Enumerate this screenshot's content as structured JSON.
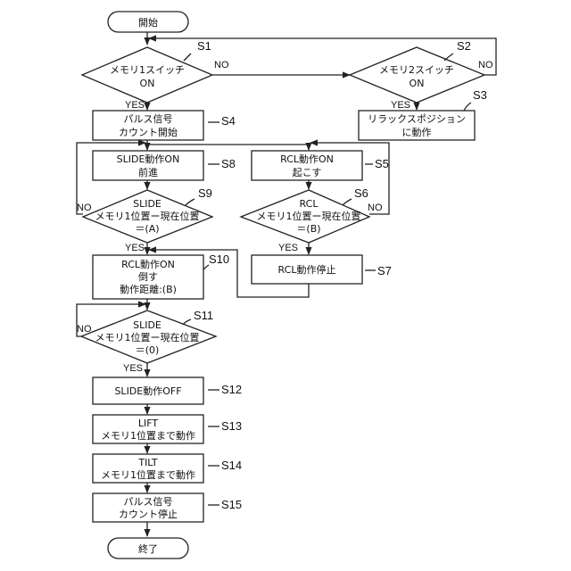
{
  "start": {
    "label": "開始"
  },
  "end": {
    "label": "終了"
  },
  "s1": {
    "step": "S1",
    "line1": "メモリ1スイッチ",
    "line2": "ON",
    "yes": "YES",
    "no": "NO"
  },
  "s2": {
    "step": "S2",
    "line1": "メモリ2スイッチ",
    "line2": "ON",
    "yes": "YES",
    "no": "NO"
  },
  "s3": {
    "step": "S3",
    "line1": "リラックスポジション",
    "line2": "に動作"
  },
  "s4": {
    "step": "S4",
    "line1": "パルス信号",
    "line2": "カウント開始"
  },
  "s5": {
    "step": "S5",
    "line1": "RCL動作ON",
    "line2": "起こす"
  },
  "s6": {
    "step": "S6",
    "line1": "RCL",
    "line2": "メモリ1位置ー現在位置",
    "line3": "＝(B)",
    "yes": "YES",
    "no": "NO"
  },
  "s7": {
    "step": "S7",
    "line1": "RCL動作停止"
  },
  "s8": {
    "step": "S8",
    "line1": "SLIDE動作ON",
    "line2": "前進"
  },
  "s9": {
    "step": "S9",
    "line1": "SLIDE",
    "line2": "メモリ1位置ー現在位置",
    "line3": "＝(A)",
    "yes": "YES",
    "no": "NO"
  },
  "s10": {
    "step": "S10",
    "line1": "RCL動作ON",
    "line2": "倒す",
    "line3": "動作距離:(B)"
  },
  "s11": {
    "step": "S11",
    "line1": "SLIDE",
    "line2": "メモリ1位置ー現在位置",
    "line3": "＝(0)",
    "yes": "YES",
    "no": "NO"
  },
  "s12": {
    "step": "S12",
    "line1": "SLIDE動作OFF"
  },
  "s13": {
    "step": "S13",
    "line1": "LIFT",
    "line2": "メモリ1位置まで動作"
  },
  "s14": {
    "step": "S14",
    "line1": "TILT",
    "line2": "メモリ1位置まで動作"
  },
  "s15": {
    "step": "S15",
    "line1": "パルス信号",
    "line2": "カウント停止"
  }
}
